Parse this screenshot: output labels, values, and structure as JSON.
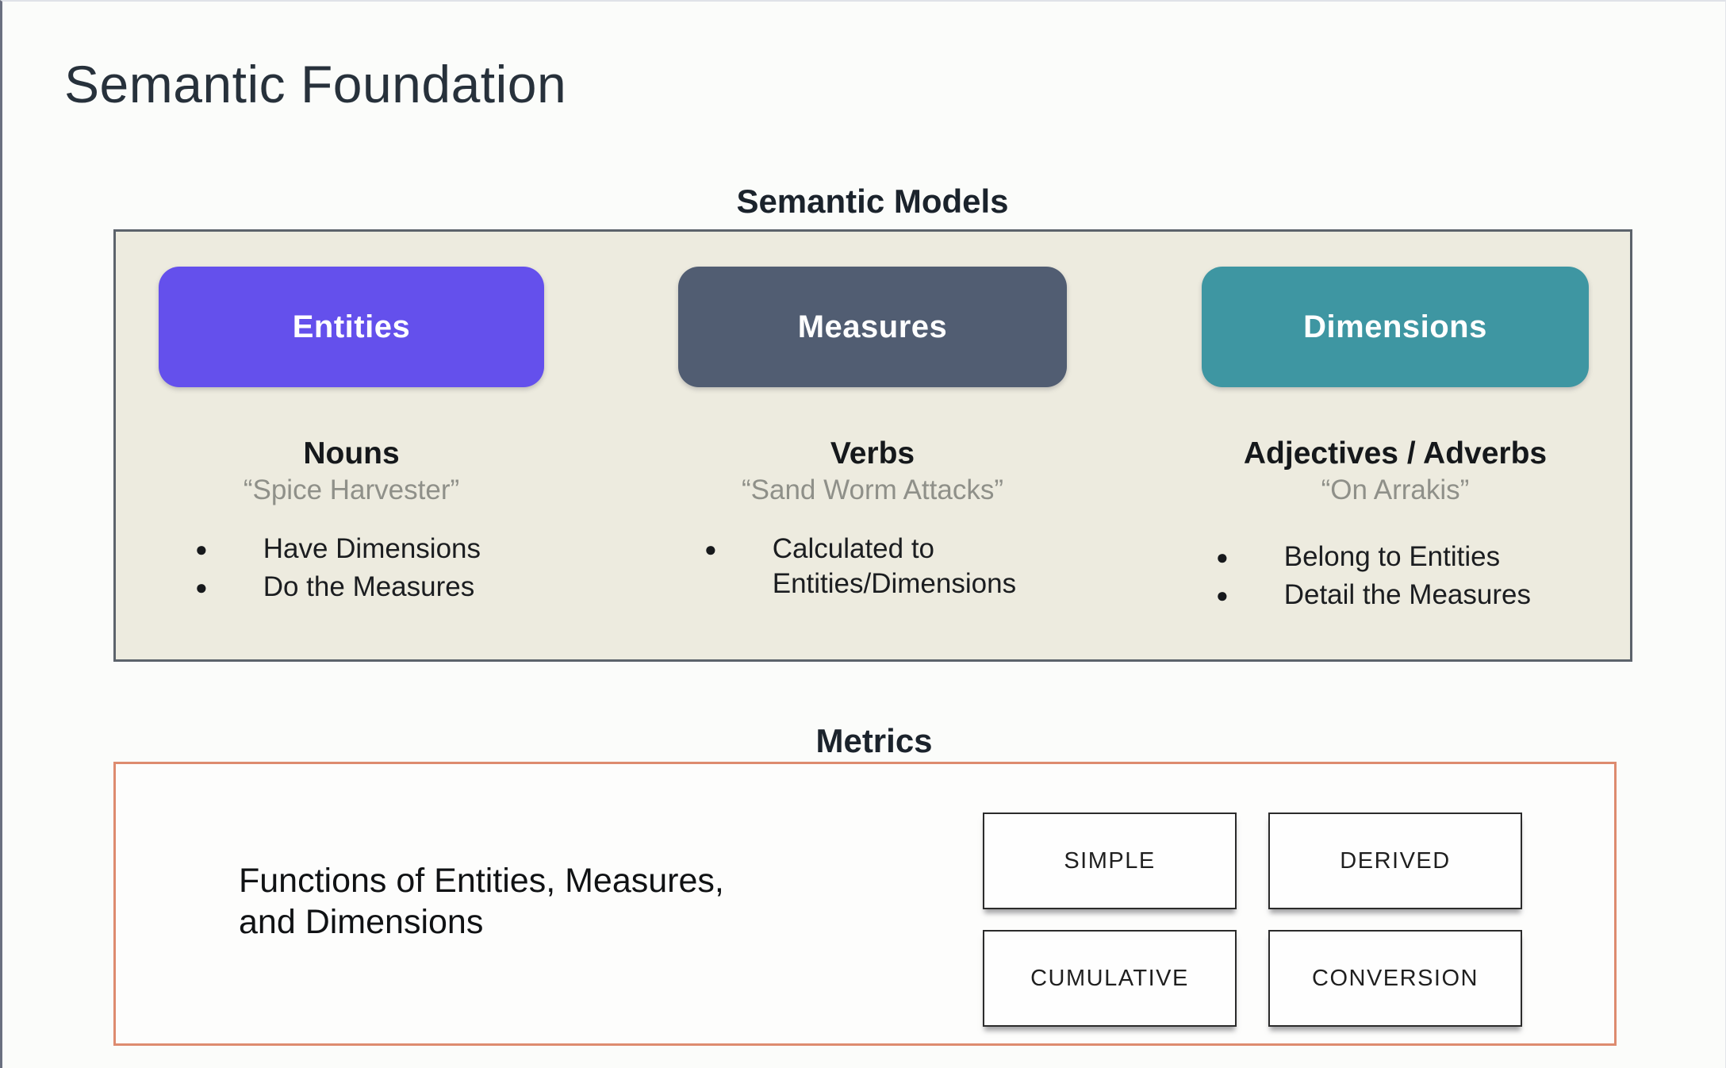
{
  "slide": {
    "title": "Semantic Foundation"
  },
  "semantic_models": {
    "heading": "Semantic Models",
    "columns": [
      {
        "button_label": "Entities",
        "button_color": "#6450ec",
        "role": "Nouns",
        "example": "“Spice Harvester”",
        "bullets": [
          "Have Dimensions",
          "Do the Measures"
        ]
      },
      {
        "button_label": "Measures",
        "button_color": "#515d72",
        "role": "Verbs",
        "example": "“Sand Worm Attacks”",
        "bullets": [
          "Calculated to Entities/Dimensions"
        ]
      },
      {
        "button_label": "Dimensions",
        "button_color": "#3e96a2",
        "role": "Adjectives / Adverbs",
        "example": "“On Arrakis”",
        "bullets": [
          "Belong to Entities",
          "Detail the Measures"
        ]
      }
    ]
  },
  "metrics": {
    "heading": "Metrics",
    "description_lines": [
      "Functions of Entities, Measures,",
      "and Dimensions"
    ],
    "types": [
      "SIMPLE",
      "DERIVED",
      "CUMULATIVE",
      "CONVERSION"
    ]
  },
  "colors": {
    "panel_background": "#edebdf",
    "panel_border": "#5c636b",
    "metrics_border": "#dd8b6f",
    "entities_purple": "#6450ec",
    "measures_slate": "#515d72",
    "dimensions_teal": "#3e96a2",
    "muted_text": "#8f9089"
  }
}
